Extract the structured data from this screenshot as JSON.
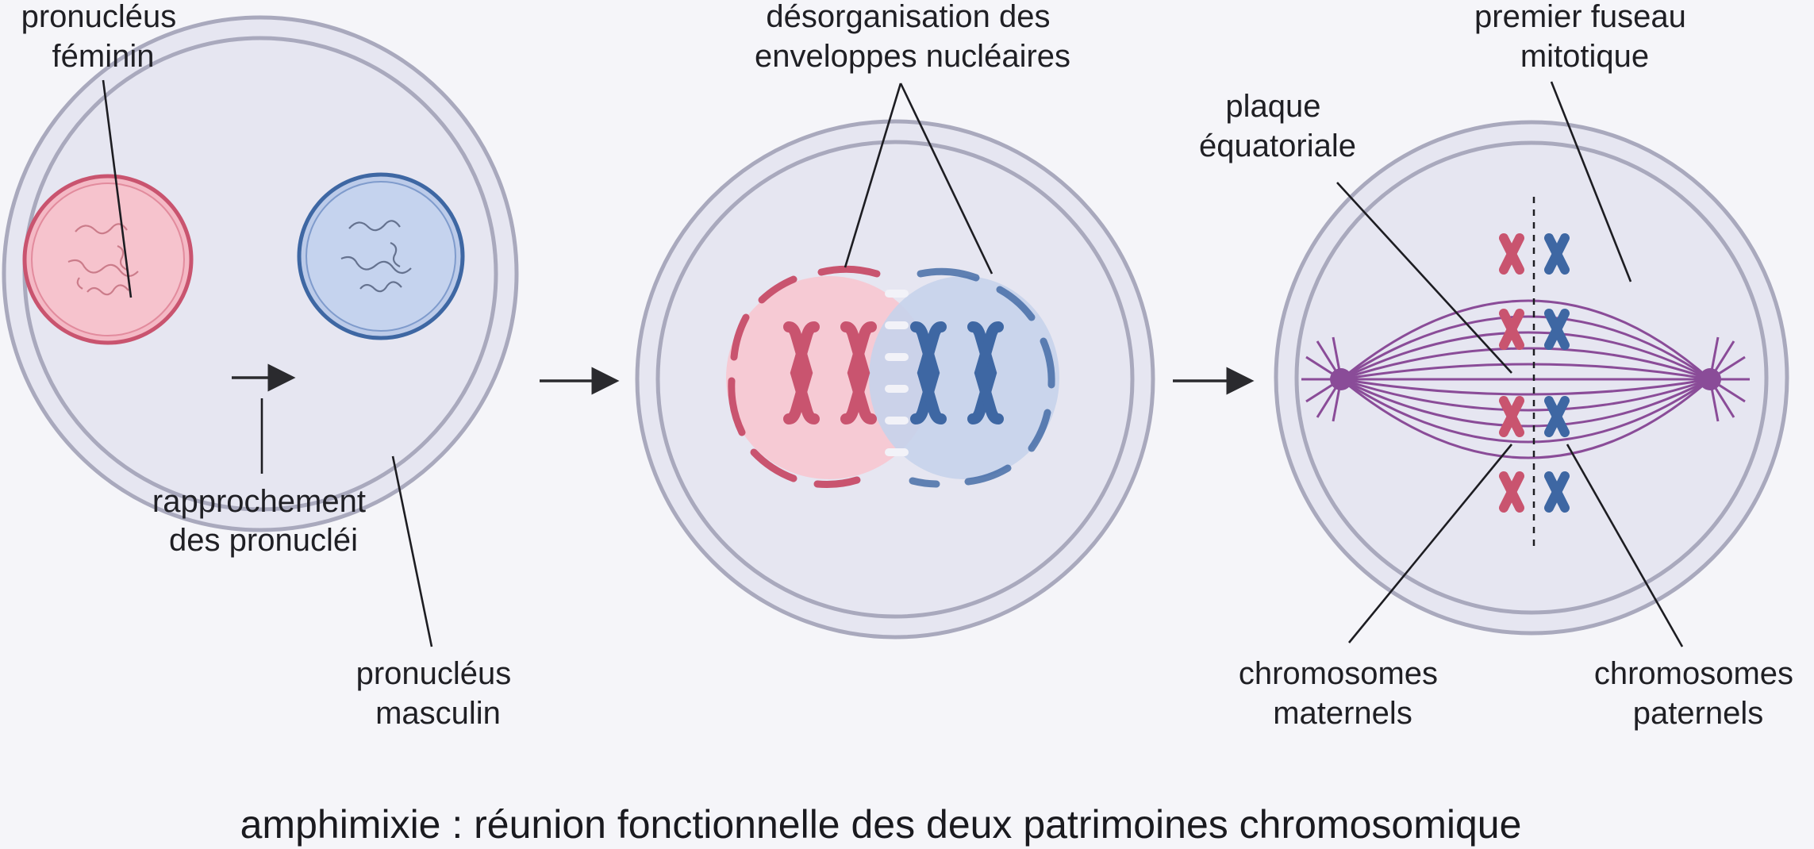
{
  "panels": {
    "left": {
      "female_pronucleus": [
        "pronucléus",
        "féminin"
      ],
      "male_pronucleus": [
        "pronucléus",
        "masculin"
      ],
      "approach": [
        "rapprochement",
        "des pronucléi"
      ]
    },
    "middle": {
      "envelope_disorganization": [
        "désorganisation des",
        "enveloppes nucléaires"
      ]
    },
    "right": {
      "first_spindle": [
        "premier fuseau",
        "mitotique"
      ],
      "equatorial_plate": [
        "plaque",
        "équatoriale"
      ],
      "maternal_chromosomes": [
        "chromosomes",
        "maternels"
      ],
      "paternal_chromosomes": [
        "chromosomes",
        "paternels"
      ]
    }
  },
  "caption": "amphimixie : réunion fonctionnelle des deux patrimoines chromosomique",
  "colors": {
    "maternal": "#c9546f",
    "maternal_fill": "#f7c6d0",
    "paternal": "#3e67a3",
    "paternal_fill": "#c3d1ec",
    "spindle": "#8a4c98",
    "cell_fill": "#e8e8f3",
    "cell_stroke": "#a6a6ba",
    "text": "#1f1f24"
  }
}
